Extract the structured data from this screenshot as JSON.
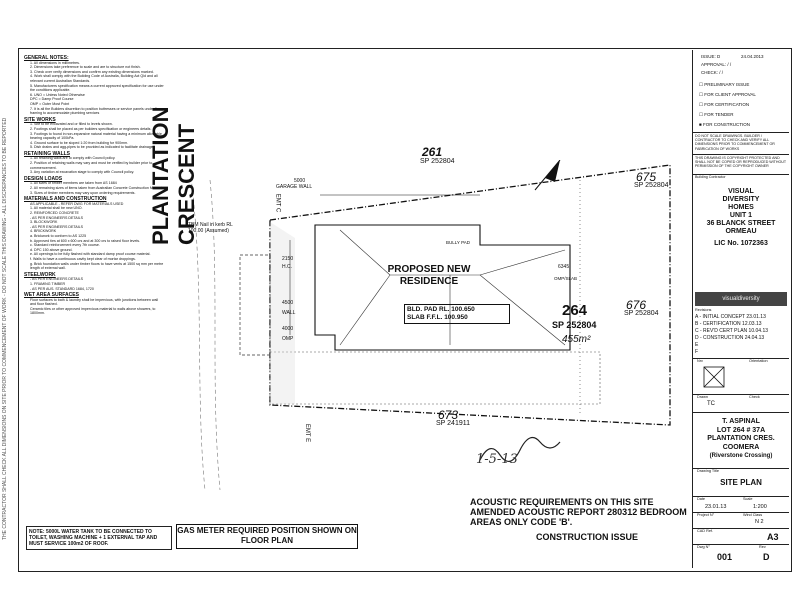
{
  "notes": {
    "general_title": "GENERAL NOTES:",
    "general": [
      "1. All dimensions in millimetres.",
      "2. Dimensions take preference to scale and are to structure not finish.",
      "3. Check over verify dimensions and confirm any existing dimensions marked.",
      "4. Work shall comply with the Building Code of Australia, Building Act Qld and all relevant current Australian Standards.",
      "5. Manufacturers specification means a current approved specification for use under the conditions applicable.",
      "6. UNO = Unless Noted Otherwise",
      "DPC = Damp Proof Course",
      "OMP = Outer Most Point",
      "7. It is all the Builders discretion to position buttresses or service panels under floor framing to accommodate plumbing services"
    ],
    "sitework_title": "SITE WORKS",
    "sitework": [
      "1. Site to be excavated and or filled to levels shown.",
      "2. Footings shall be placed as per builders specification or engineers details.",
      "3. Footings to found in non-expansive natural material having a minimum allowable bearing capacity of 100kPa.",
      "4. Ground surface to be sloped 1:20 from building for 900mm.",
      "5. Dish drains and agg-pipes to be provided as indicated to facilitate drainage."
    ],
    "retaining_title": "RETAINING WALLS",
    "retaining": [
      "1. All retaining walls are to comply with Council policy.",
      "2. Position of retaining walls may vary and must be verified by builder prior to commencement.",
      "3. Any variation at excavation stage to comply with Council policy."
    ],
    "design_title": "DESIGN LOADS",
    "design": [
      "1. All sizes of timber members are taken from AS 1684",
      "2. All remaining sizes of items taken from Australian Concrete Construction Manual.",
      "3. Sizes of timber members may vary upon ordering requirements."
    ],
    "materials_title": "MATERIALS AND CONSTRUCTION",
    "materials": [
      "AS APPLICABLE - REFER DWG FOR MATERIALS USED",
      "1. All material shall be new UNO.",
      "2. REINFORCED CONCRETE",
      "- AS PER ENGINEERS DETAILS",
      "3. BLOCKWORK",
      "- AS PER ENGINEERS DETAILS",
      "4. BRICKWORK",
      "a. Brickwork to conform to AS 1225",
      "b. Approved ties at 600 x 600 crs and at 300 crs to raised floor levels.",
      "c. Standard reinforcement every 7th course.",
      "d. DPC 150 above ground.",
      "e. All openings to be fully flashed with standard damp proof course material.",
      "f. Walls to have a continuous cavity kept clear of mortar droppings.",
      "g. Brick foundation walls under timber floors to have vents at 1500 sq mm per metre length of external wall."
    ],
    "steel_title": "STEELWORK",
    "steel": [
      "- AS PER ENGINEERS DETAILS"
    ],
    "framing": [
      "1. FRAMING TIMBER",
      "- AS PER AUS. STANDARD 1684, 1720"
    ],
    "wet_title": "WET AREA SURFACES",
    "wet": [
      "Floor surfaces to bath & laundry shall be impervious, with junctions between wall and floor flashed.",
      "Ceramic tiles or other approved impervious material to walls above showers, to 1800mm."
    ],
    "water_note": "NOTE: 5000L WATER TANK TO BE CONNECTED TO TOILET, WASHING MACHINE + 1 EXTERNAL TAP AND MUST SERVICE 100m2 OF ROOF.",
    "side_strip": "THE CONTRACTOR SHALL CHECK ALL DIMENSIONS ON SITE PRIOR TO COMMENCEMENT OF WORK - DO NOT SCALE THIS DRAWING - ALL DISCREPANCIES TO BE REPORTED"
  },
  "gas_meter": "GAS METER REQUIRED POSITION SHOWN ON FLOOR PLAN",
  "plan": {
    "street": [
      "PLANTATION",
      "CRESCENT"
    ],
    "lot_261": "261",
    "sp_261": "SP 252804",
    "lot_675": "675",
    "sp_675": "SP 252804",
    "lot_676": "676",
    "sp_676": "SP 252804",
    "lot_673": "673",
    "sp_673": "SP 241911",
    "lot_264": "264",
    "sp_264": "SP 252804",
    "area": "455m²",
    "residence": "PROPOSED NEW RESIDENCE",
    "bld_pad": "BLD. PAD RL. 100.650",
    "slab": "SLAB F.F.L. 100.950",
    "tbm": "TBM Nail in kerb RL 100.00 (Assumed)",
    "garage": "GARAGE WALL",
    "dim_5000": "5000",
    "dim_4500": "4500",
    "dim_4000": "4000",
    "dim_2150": "2150",
    "dim_6345": "6345",
    "wall": "WALL",
    "omp": "OMP",
    "hc": "H.C.",
    "emt_c": "EMT C",
    "emt_e": "EMT E",
    "bully_pad": "BULLY PAD",
    "omp_slab": "OMP/SLAB",
    "signature": "1-5-13"
  },
  "acoustic": "ACOUSTIC REQUIREMENTS ON THIS SITE AMENDED ACOUSTIC REPORT 280312 BEDROOM AREAS ONLY CODE 'B'.",
  "construction_issue": "CONSTRUCTION ISSUE",
  "titleblock": {
    "issue": "ISSUE: D",
    "issue_date": "24.04.2013",
    "approval": "APPROVAL: / /",
    "check": "CHECK: / /",
    "checks": [
      "PRELIMINARY ISSUE",
      "FOR CLIENT APPROVAL",
      "FOR CERTIFICATION",
      "FOR TENDER",
      "FOR CONSTRUCTION"
    ],
    "disclaimer": "DO NOT SCALE DRAWINGS. BUILDER / CONTRACTOR TO CHECK AND VERIFY ALL DIMENSIONS PRIOR TO COMMENCEMENT OR FABRICATION OF WORKS",
    "copyright": "THIS DRAWING IS COPYRIGHT PROTECTED AND SHALL NOT BE COPIED OR REPRODUCED WITHOUT PERMISSION OF THE COPYRIGHT OWNER",
    "building_contractor": "Building Contractor",
    "company": "VISUAL DIVERSITY HOMES",
    "address1": "UNIT 1",
    "address2": "36 BLANCK STREET",
    "address3": "ORMEAU",
    "licence": "LIC No. 1072363",
    "logo": "visualdiversity",
    "revisions_title": "Revisions",
    "revisions": [
      "A - INITIAL CONCEPT 23.01.13",
      "B - CERTIFICATION 12.03.13",
      "C - REV'D CERT PLAN 10.04.13",
      "D - CONSTRUCTION 24.04.13",
      "E",
      "F"
    ],
    "north_label": "Nrv",
    "orientation_label": "Orientation",
    "drawn_label": "Drawn",
    "drawn": "TC",
    "checked_label": "Check",
    "client": "T. ASPINAL",
    "lot": "LOT 264 # 37A",
    "street": "PLANTATION CRES.",
    "suburb": "COOMERA",
    "estate": "(Riverstone Crossing)",
    "drawing_title_label": "Drawing Title",
    "drawing_title": "SITE PLAN",
    "date_label": "Date",
    "date": "23.01.13",
    "scale_label": "Scale",
    "scale": "1:200",
    "project_label": "Project N°",
    "wind_label": "Wind Class",
    "wind": "N 2",
    "cad_label": "CAD Ref.",
    "size": "A3",
    "dwg_label": "Dwg N°",
    "dwg": "001",
    "rev_label": "Rev",
    "rev": "D"
  }
}
